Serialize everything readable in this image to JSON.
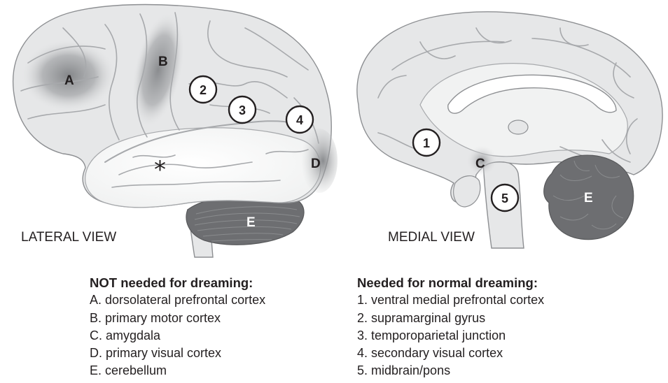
{
  "lateral_view": {
    "title": "LATERAL VIEW",
    "region_letters": [
      "A",
      "B",
      "D",
      "E"
    ],
    "star_marker": "*",
    "numbers": [
      "2",
      "3",
      "4"
    ]
  },
  "medial_view": {
    "title": "MEDIAL VIEW",
    "region_letters": [
      "C",
      "E"
    ],
    "numbers": [
      "1",
      "5"
    ]
  },
  "legend_not_needed": {
    "heading": "NOT needed for dreaming:",
    "items": [
      "A. dorsolateral prefrontal cortex",
      "B. primary motor cortex",
      "C. amygdala",
      "D. primary visual cortex",
      "E. cerebellum"
    ]
  },
  "legend_needed": {
    "heading": "Needed for normal dreaming:",
    "items": [
      "1. ventral medial prefrontal cortex",
      "2. supramarginal gyrus",
      "3. temporoparietal junction",
      "4. secondary visual cortex",
      "5. midbrain/pons"
    ]
  },
  "colors": {
    "brain_fill": "#e6e7e8",
    "gyrus_line": "#a7a9ac",
    "highlight_dark": "#808285",
    "cerebellum": "#6d6e71",
    "temporal_light": "#f7f7f8",
    "text": "#231f20"
  }
}
